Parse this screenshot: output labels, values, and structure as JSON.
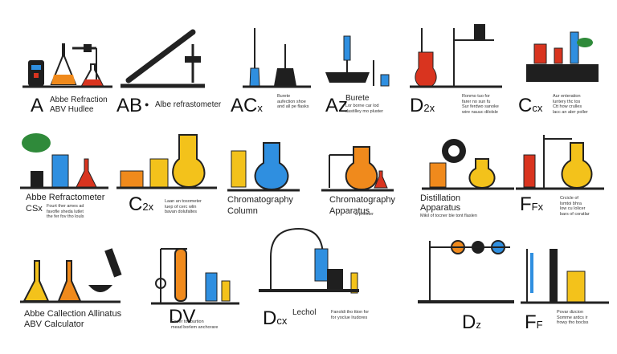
{
  "colors": {
    "orange": "#f08a1c",
    "red": "#d9341f",
    "yellow": "#f3c21b",
    "blue": "#2f8fe0",
    "dark": "#1f1f1f",
    "green": "#2f8a3a"
  },
  "tiles": [
    {
      "letter": "A",
      "sub": "",
      "label1": "Abbe Refraction",
      "label2": "ABV Hudlee",
      "note": ""
    },
    {
      "letter": "AB",
      "sub": "",
      "label1": "Albe refrastometer",
      "label2": "",
      "note": ""
    },
    {
      "letter": "AC",
      "sub": "x",
      "label1": "",
      "label2": "",
      "note": "Burete\naufection shoe\nand all pe flasks"
    },
    {
      "letter": "Az",
      "sub": "",
      "label1": "Burete",
      "label2": "",
      "note": "Lor borne car lod\ndastilley mo pluster"
    },
    {
      "letter": "D",
      "sub": "2x",
      "label1": "",
      "label2": "",
      "note": "Ronmo tuo for\nfarer no sun fu\nSur ferdwo sanoke\nwire nauuc dilolsle"
    },
    {
      "letter": "C",
      "sub": "cx",
      "label1": "",
      "label2": "",
      "note": "Aur enteration\nluntery thc tos\nCtt how crulles\nlacc an abrr poller"
    },
    {
      "letter": "",
      "sub": "",
      "label1": "Abbe Refractometer",
      "label2": "CSx",
      "note": "Fourt ther ames ad\nfavofle sheda lutlet\nthe fer fov tho louls"
    },
    {
      "letter": "C",
      "sub": "2x",
      "label1": "",
      "label2": "",
      "note": "Laan an tosometer\nluep of cerc wlin\nbavan dolufaltes"
    },
    {
      "letter": "",
      "sub": "",
      "label1": "Chromatography",
      "label2": "Column",
      "note": ""
    },
    {
      "letter": "",
      "sub": "",
      "label1": "Chromatography",
      "label2": "Apparatus",
      "note": "a phester"
    },
    {
      "letter": "",
      "sub": "",
      "label1": "Distillation",
      "label2": "Apparatus",
      "note": "Mikil of tocner ble tont flaslen"
    },
    {
      "letter": "F",
      "sub": "Fx",
      "label1": "",
      "label2": "",
      "note": "Crcicle of\nlsmtoi bhra\nlow cu lolicer\nbars of coratlar"
    },
    {
      "letter": "",
      "sub": "",
      "label1": "Abbe Callection Allinatus",
      "label2": "ABV Calculator",
      "note": ""
    },
    {
      "letter": "DV",
      "sub": "",
      "label1": "",
      "label2": "",
      "note": "Fouer tor burtion\nmead borlem anchorare"
    },
    {
      "letter": "D",
      "sub": "cx",
      "label1": "Lechol",
      "label2": "",
      "note": "Fanoldi tho ttion for\nfor yoclue lrudores"
    },
    {
      "letter": "",
      "sub": "",
      "label1": "",
      "label2": "",
      "note": ""
    },
    {
      "letter": "D",
      "sub": "z",
      "label1": "",
      "label2": "",
      "note": ""
    },
    {
      "letter": "F",
      "sub": "F",
      "label1": "",
      "label2": "",
      "note": "Povar dizcion\nSomme ardcs ir\nfrowy tho boclss"
    }
  ]
}
